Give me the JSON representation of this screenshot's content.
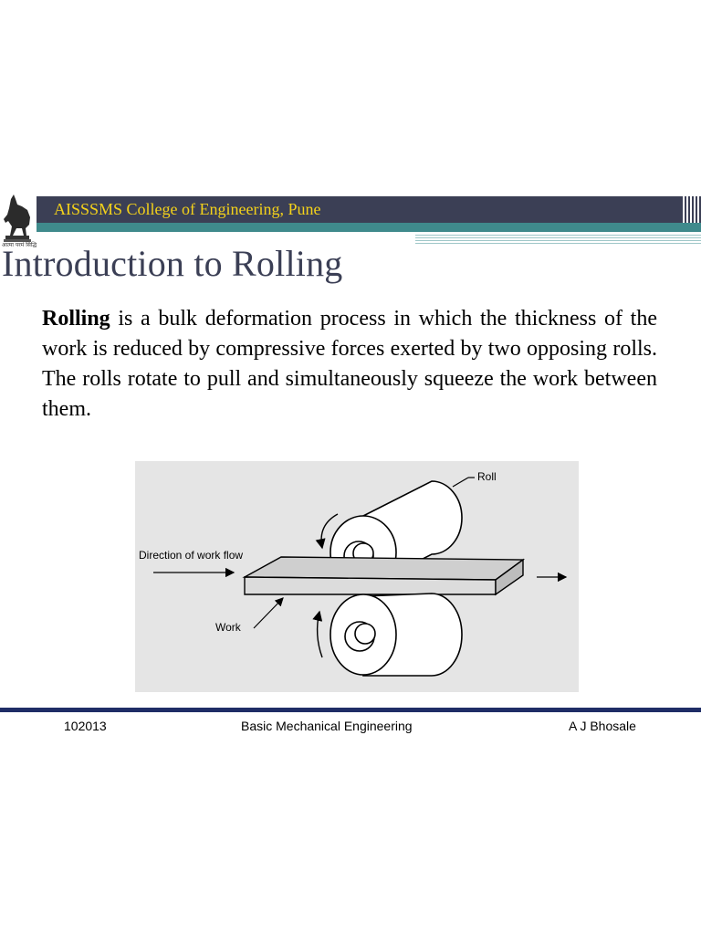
{
  "header": {
    "institution": "AISSSMS College of Engineering, Pune",
    "colors": {
      "banner": "#3b3f55",
      "teal": "#3f8a8c",
      "title_text": "#f4d21a"
    }
  },
  "logo": {
    "icon": "equestrian-statue-logo",
    "caption": "आत्मा परमं सिद्धि"
  },
  "slide": {
    "title": "Introduction to Rolling",
    "term": "Rolling",
    "definition": " is a bulk deformation process in which the thickness of the work is reduced by compressive forces exerted by two opposing rolls. The rolls rotate to pull and simultaneously squeeze the work between them."
  },
  "figure": {
    "labels": {
      "roll": "Roll",
      "direction": "Direction of work flow",
      "work": "Work"
    }
  },
  "footer": {
    "code": "102013",
    "course": "Basic Mechanical Engineering",
    "author": "A J Bhosale"
  }
}
